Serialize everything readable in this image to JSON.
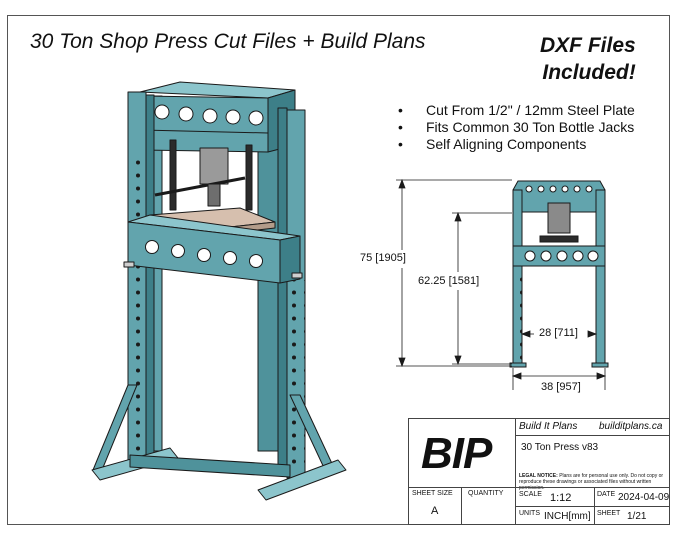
{
  "header": {
    "title": "30 Ton Shop Press Cut Files + Build Plans",
    "dxf_line1": "DXF Files",
    "dxf_line2": "Included!"
  },
  "features": [
    "Cut From 1/2\" / 12mm Steel Plate",
    "Fits Common 30 Ton Bottle Jacks",
    "Self Aligning Components"
  ],
  "dimensions": {
    "overall_height": "75 [1905]",
    "inner_height": "62.25 [1581]",
    "inner_width": "28 [711]",
    "overall_width": "38 [957]"
  },
  "title_block": {
    "logo": "BIP",
    "company": "Build It Plans",
    "website": "builditplans.ca",
    "drawing_title": "30 Ton Press v83",
    "legal_notice_label": "LEGAL NOTICE:",
    "legal_notice_text": "Plans are for personal use only. Do not copy or reproduce these drawings or associated files without written permission.",
    "sheet_size_label": "SHEET SIZE",
    "sheet_size": "A",
    "quantity_label": "QUANTITY",
    "scale_label": "SCALE",
    "scale": "1:12",
    "date_label": "DATE",
    "date": "2024-04-09",
    "units_label": "UNITS",
    "units": "INCH[mm]",
    "sheet_label": "SHEET",
    "sheet": "1/21"
  },
  "colors": {
    "frame": "#62a4ad",
    "frame_dark": "#3d7f88",
    "frame_light": "#8cc5cc",
    "plate": "#d6bfae",
    "jack": "#2b2b2b",
    "outline": "#1a1a1a"
  }
}
